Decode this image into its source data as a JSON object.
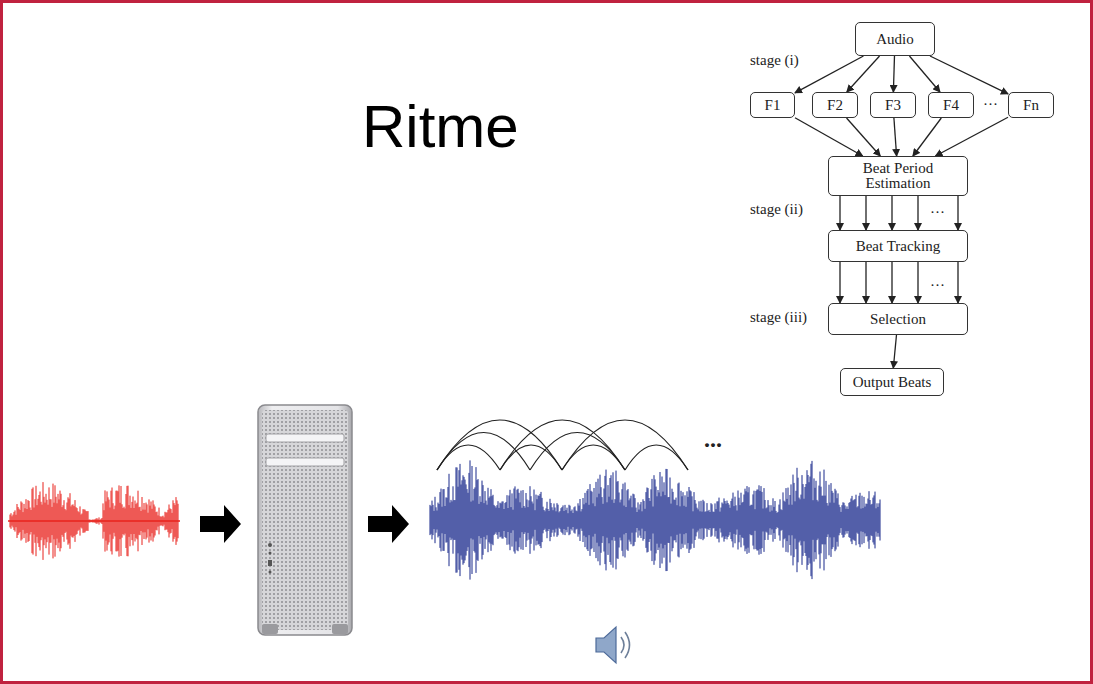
{
  "diagram": {
    "title": "Ritme",
    "nodes": [
      {
        "text": [
          "Audio"
        ]
      },
      {
        "text": [
          "F1"
        ]
      },
      {
        "text": [
          "F2"
        ]
      },
      {
        "text": [
          "F3"
        ]
      },
      {
        "text": [
          "F4"
        ]
      },
      {
        "text": [
          "Fn"
        ]
      },
      {
        "text": [
          "Beat Period Estimation"
        ]
      },
      {
        "text": [
          "Beat Tracking"
        ]
      },
      {
        "text": [
          "Selection"
        ]
      },
      {
        "text": [
          "Output Beats"
        ]
      }
    ],
    "edges": [
      {
        "from": 0,
        "to": 1,
        "arrow": "to"
      },
      {
        "from": 0,
        "to": 2,
        "arrow": "to"
      },
      {
        "from": 0,
        "to": 3,
        "arrow": "to"
      },
      {
        "from": 0,
        "to": 4,
        "arrow": "to"
      },
      {
        "from": 0,
        "to": 5,
        "arrow": "to"
      },
      {
        "from": 1,
        "to": 6,
        "arrow": "to"
      },
      {
        "from": 2,
        "to": 6,
        "arrow": "to"
      },
      {
        "from": 3,
        "to": 6,
        "arrow": "to"
      },
      {
        "from": 4,
        "to": 6,
        "arrow": "to"
      },
      {
        "from": 5,
        "to": 6,
        "arrow": "to"
      },
      {
        "from": 6,
        "to": 7,
        "arrow": "to"
      },
      {
        "from": 6,
        "to": 7,
        "arrow": "to"
      },
      {
        "from": 6,
        "to": 7,
        "arrow": "to"
      },
      {
        "from": 6,
        "to": 7,
        "arrow": "to"
      },
      {
        "from": 6,
        "to": 7,
        "arrow": "to"
      },
      {
        "from": 7,
        "to": 8,
        "arrow": "to"
      },
      {
        "from": 7,
        "to": 8,
        "arrow": "to"
      },
      {
        "from": 7,
        "to": 8,
        "arrow": "to"
      },
      {
        "from": 7,
        "to": 8,
        "arrow": "to"
      },
      {
        "from": 7,
        "to": 8,
        "arrow": "to"
      },
      {
        "from": 8,
        "to": 9,
        "arrow": "to"
      }
    ],
    "labels": [
      "stage (i)",
      "···",
      "stage (ii)",
      "···",
      "stage (iii)",
      "···",
      "..."
    ]
  }
}
